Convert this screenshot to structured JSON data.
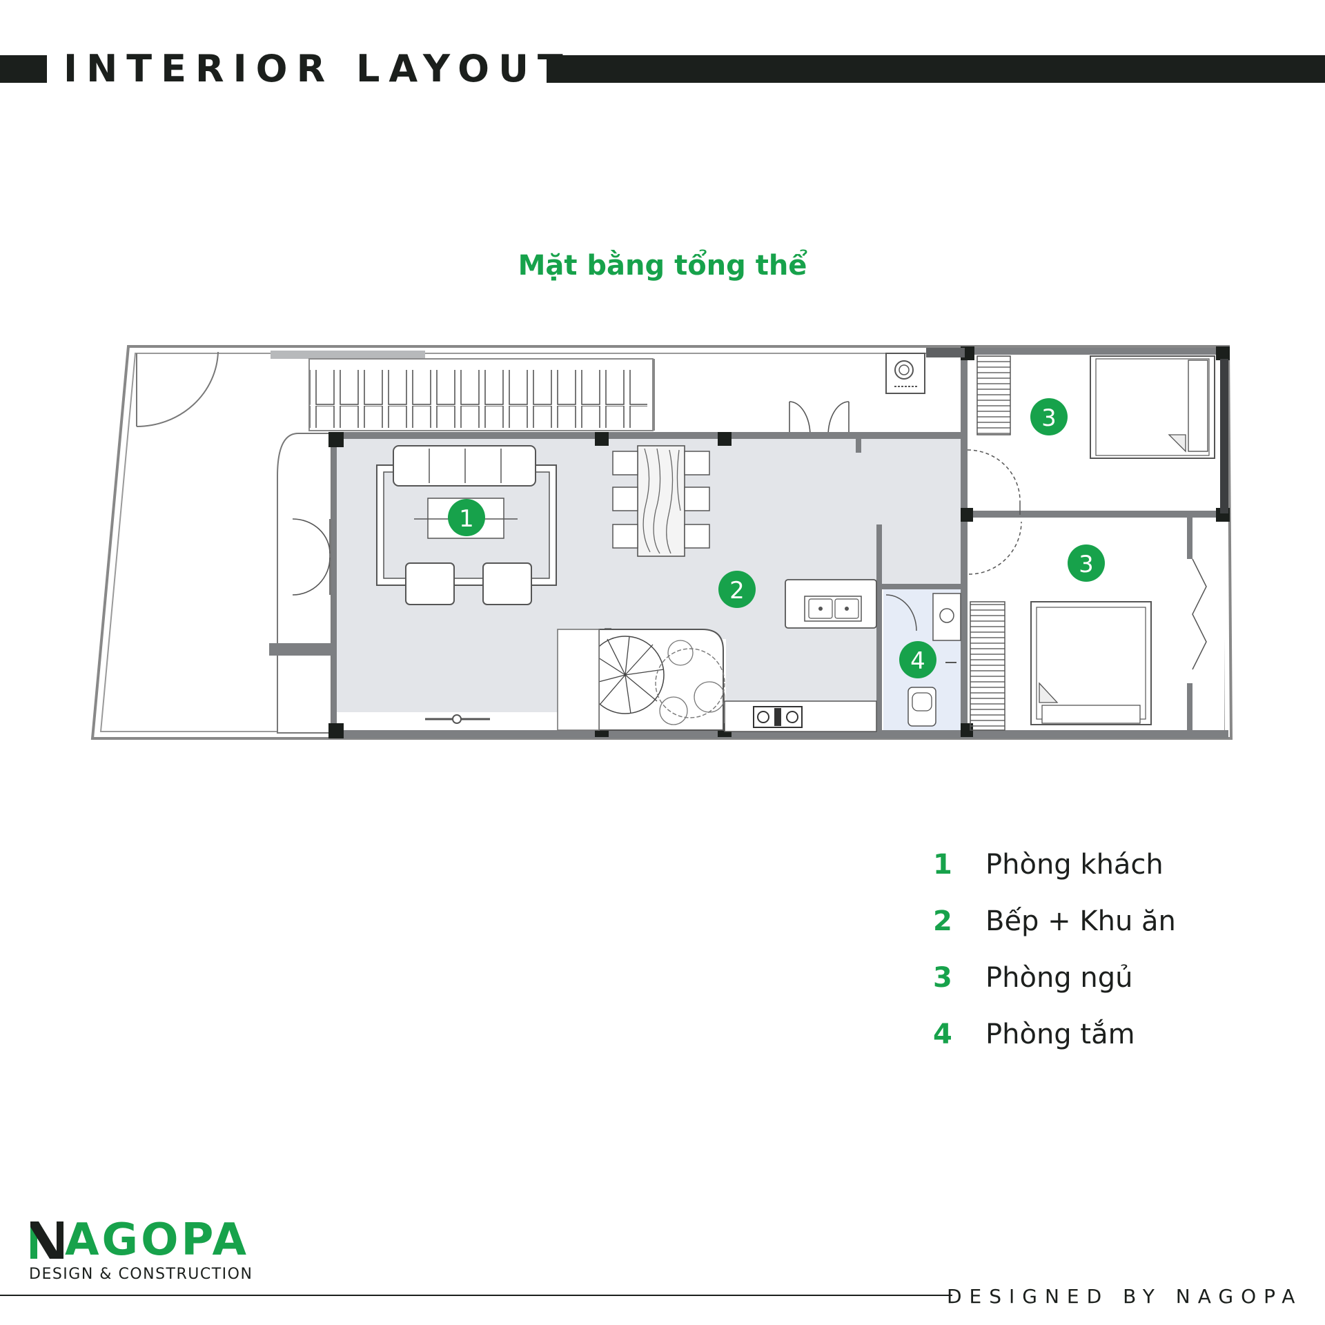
{
  "header": {
    "title": "INTERIOR LAYOUT"
  },
  "plan": {
    "title": "Mặt bằng tổng thể",
    "markers": [
      {
        "id": "marker-living",
        "label": "1"
      },
      {
        "id": "marker-kitchen",
        "label": "2"
      },
      {
        "id": "marker-bedroom-1",
        "label": "3"
      },
      {
        "id": "marker-bedroom-2",
        "label": "3"
      },
      {
        "id": "marker-bathroom",
        "label": "4"
      }
    ]
  },
  "legend": [
    {
      "number": "1",
      "label": "Phòng khách"
    },
    {
      "number": "2",
      "label": "Bếp + Khu ăn"
    },
    {
      "number": "3",
      "label": "Phòng ngủ"
    },
    {
      "number": "4",
      "label": "Phòng tắm"
    }
  ],
  "logo": {
    "wordmark": "NAGOPA",
    "wordmark_rest": "AGOPA",
    "tagline": "DESIGN & CONSTRUCTION"
  },
  "footer": {
    "text": "DESIGNED BY NAGOPA"
  },
  "colors": {
    "accent": "#17a24b",
    "dark": "#1b1f1c",
    "floor": "#e3e5e9",
    "bath_floor": "#e6ecf7",
    "wall": "#7d7f82"
  }
}
